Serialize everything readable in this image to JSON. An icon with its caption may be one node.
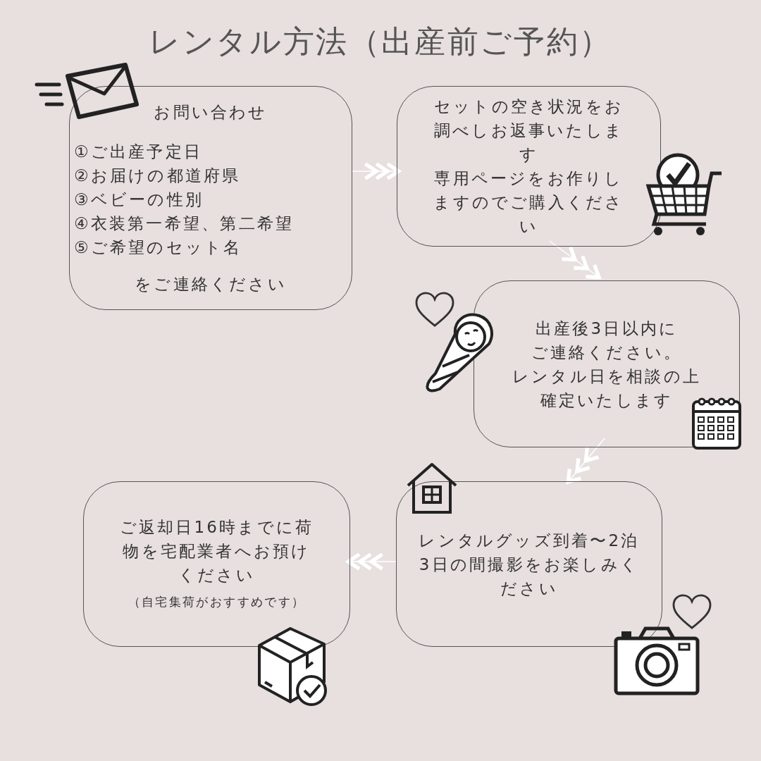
{
  "diagram": {
    "title": "レンタル方法（出産前ご予約）",
    "nodes": [
      {
        "text": [
          "お問い合わせ",
          "①ご出産予定日",
          "②お届けの都道府県",
          "③ベビーの性別",
          "④衣装第一希望、第二希望",
          "⑤ご希望のセット名",
          "をご連絡ください"
        ]
      },
      {
        "text": [
          "セットの空き状況をお調べしお返事いたします",
          "専用ページをお作りしますのでご購入ください"
        ]
      },
      {
        "text": [
          "出産後3日以内にご連絡ください。",
          "レンタル日を相談の上確定いたします"
        ]
      },
      {
        "text": [
          "レンタルグッズ到着〜2泊3日の間撮影をお楽しみください"
        ]
      },
      {
        "text": [
          "ご返却日16時までに荷物を宅配業者へお預けください",
          "（自宅集荷がおすすめです）"
        ]
      }
    ],
    "edges": [
      {
        "from": 0,
        "to": 1,
        "arrow": "to"
      },
      {
        "from": 1,
        "to": 2,
        "arrow": "to"
      },
      {
        "from": 2,
        "to": 3,
        "arrow": "to"
      },
      {
        "from": 3,
        "to": 4,
        "arrow": "to"
      }
    ]
  }
}
